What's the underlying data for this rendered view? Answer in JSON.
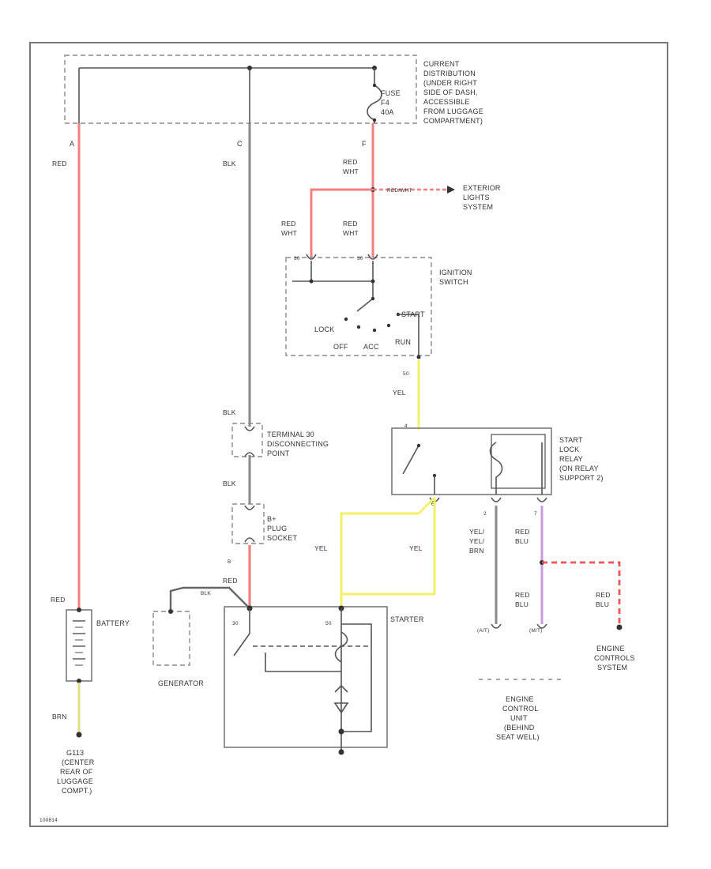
{
  "colors": {
    "red": "#f47f7f",
    "grey_wire": "#8a8a8a",
    "yellow": "#f2f26a",
    "purple": "#c79bde",
    "yellow_brn": "#e4dc88",
    "red_dashed": "#ee5555"
  },
  "labels": {
    "current_distribution": [
      "CURRENT",
      "DISTRIBUTION",
      "(UNDER RIGHT",
      "SIDE OF DASH,",
      "ACCESSIBLE",
      "FROM LUGGAGE",
      "COMPARTMENT)"
    ],
    "fuse": [
      "FUSE",
      "F4",
      "40A"
    ],
    "exterior_lights": [
      "EXTERIOR",
      "LIGHTS",
      "SYSTEM"
    ],
    "ignition_switch": [
      "IGNITION",
      "SWITCH"
    ],
    "terminal_30": [
      "TERMINAL 30",
      "DISCONNECTING",
      "POINT"
    ],
    "b_plus_socket": [
      "B+",
      "PLUG",
      "SOCKET"
    ],
    "start_lock_relay": [
      "START",
      "LOCK",
      "RELAY",
      "(ON RELAY",
      "SUPPORT 2)"
    ],
    "battery": "BATTERY",
    "generator": "GENERATOR",
    "starter": "STARTER",
    "engine_control_unit": [
      "ENGINE",
      "CONTROL",
      "UNIT",
      "(BEHIND",
      "SEAT WELL)"
    ],
    "engine_controls_system": [
      "ENGINE",
      "CONTROLS",
      "SYSTEM"
    ],
    "ground": [
      "G113",
      "(CENTER",
      "REAR OF",
      "LUGGAGE",
      "COMPT.)"
    ],
    "switch_positions": {
      "lock": "LOCK",
      "off": "OFF",
      "acc": "ACC",
      "run": "RUN",
      "start": "START"
    },
    "diagram_id": "100814"
  },
  "wires": {
    "a_pin": "A",
    "a_color": "RED",
    "c_pin": "C",
    "c_color": "BLK",
    "f_pin": "F",
    "f_color": [
      "RED",
      "WHT"
    ],
    "red_wht_label": "RED/WHT",
    "ign_left_color": [
      "RED",
      "WHT"
    ],
    "ign_right_color": [
      "RED",
      "WHT"
    ],
    "ign_pin_left": "30",
    "ign_pin_right": "30",
    "ign_pin_50": "50",
    "yel_1": "YEL",
    "blk_1": "BLK",
    "blk_2": "BLK",
    "b_pin": "B",
    "red_starter": "RED",
    "blk_gen": "BLK",
    "yel_2": "YEL",
    "yel_3": "YEL",
    "relay_pin_4": "4",
    "relay_pin_6": "6",
    "relay_pin_2": "2",
    "relay_pin_7": "7",
    "yel_brn": [
      "YEL/",
      "YEL/",
      "BRN"
    ],
    "red_blu_1": [
      "RED",
      "BLU"
    ],
    "red_blu_2": [
      "RED",
      "BLU"
    ],
    "red_blu_3": [
      "RED",
      "BLU"
    ],
    "battery_red": "RED",
    "battery_brn": "BRN",
    "starter_30": "30",
    "starter_50": "50",
    "ecu_pin_left": "(A/T)",
    "ecu_pin_right": "(M/T)"
  }
}
